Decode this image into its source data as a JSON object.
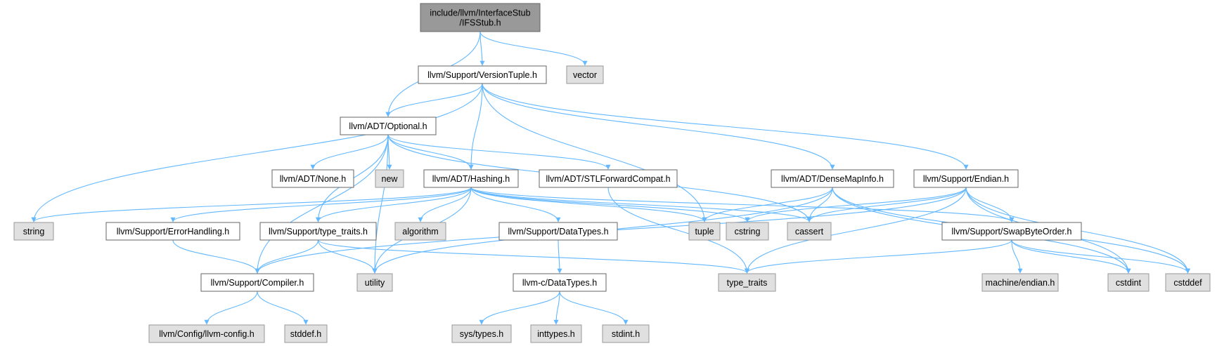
{
  "colors": {
    "edge": "#63b8ff",
    "root_fill": "#999999",
    "root_stroke": "#666666",
    "internal_fill": "#ffffff",
    "internal_stroke": "#666666",
    "external_fill": "#e0e0e0",
    "external_stroke": "#999999"
  },
  "nodes": [
    {
      "id": "ifsstub",
      "lines": [
        "include/llvm/InterfaceStub",
        "/IFSStub.h"
      ],
      "kind": "root"
    },
    {
      "id": "vector",
      "lines": [
        "vector"
      ],
      "kind": "external"
    },
    {
      "id": "versiontuple",
      "lines": [
        "llvm/Support/VersionTuple.h"
      ],
      "kind": "internal"
    },
    {
      "id": "optional",
      "lines": [
        "llvm/ADT/Optional.h"
      ],
      "kind": "internal"
    },
    {
      "id": "none",
      "lines": [
        "llvm/ADT/None.h"
      ],
      "kind": "internal"
    },
    {
      "id": "new",
      "lines": [
        "new"
      ],
      "kind": "external"
    },
    {
      "id": "hashing",
      "lines": [
        "llvm/ADT/Hashing.h"
      ],
      "kind": "internal"
    },
    {
      "id": "stlforward",
      "lines": [
        "llvm/ADT/STLForwardCompat.h"
      ],
      "kind": "internal"
    },
    {
      "id": "densemapinfo",
      "lines": [
        "llvm/ADT/DenseMapInfo.h"
      ],
      "kind": "internal"
    },
    {
      "id": "endian",
      "lines": [
        "llvm/Support/Endian.h"
      ],
      "kind": "internal"
    },
    {
      "id": "string",
      "lines": [
        "string"
      ],
      "kind": "external"
    },
    {
      "id": "errorhandling",
      "lines": [
        "llvm/Support/ErrorHandling.h"
      ],
      "kind": "internal"
    },
    {
      "id": "typetraits_h",
      "lines": [
        "llvm/Support/type_traits.h"
      ],
      "kind": "internal"
    },
    {
      "id": "algorithm",
      "lines": [
        "algorithm"
      ],
      "kind": "external"
    },
    {
      "id": "datatypes_support",
      "lines": [
        "llvm/Support/DataTypes.h"
      ],
      "kind": "internal"
    },
    {
      "id": "tuple",
      "lines": [
        "tuple"
      ],
      "kind": "external"
    },
    {
      "id": "cstring",
      "lines": [
        "cstring"
      ],
      "kind": "external"
    },
    {
      "id": "cassert",
      "lines": [
        "cassert"
      ],
      "kind": "external"
    },
    {
      "id": "swapbyteorder",
      "lines": [
        "llvm/Support/SwapByteOrder.h"
      ],
      "kind": "internal"
    },
    {
      "id": "compiler",
      "lines": [
        "llvm/Support/Compiler.h"
      ],
      "kind": "internal"
    },
    {
      "id": "utility",
      "lines": [
        "utility"
      ],
      "kind": "external"
    },
    {
      "id": "llvmc_datatypes",
      "lines": [
        "llvm-c/DataTypes.h"
      ],
      "kind": "internal"
    },
    {
      "id": "type_traits",
      "lines": [
        "type_traits"
      ],
      "kind": "external"
    },
    {
      "id": "machine_endian",
      "lines": [
        "machine/endian.h"
      ],
      "kind": "external"
    },
    {
      "id": "cstdint",
      "lines": [
        "cstdint"
      ],
      "kind": "external"
    },
    {
      "id": "cstddef",
      "lines": [
        "cstddef"
      ],
      "kind": "external"
    },
    {
      "id": "llvm_config",
      "lines": [
        "llvm/Config/llvm-config.h"
      ],
      "kind": "external"
    },
    {
      "id": "stddef",
      "lines": [
        "stddef.h"
      ],
      "kind": "external"
    },
    {
      "id": "sys_types",
      "lines": [
        "sys/types.h"
      ],
      "kind": "external"
    },
    {
      "id": "inttypes",
      "lines": [
        "inttypes.h"
      ],
      "kind": "external"
    },
    {
      "id": "stdint",
      "lines": [
        "stdint.h"
      ],
      "kind": "external"
    }
  ],
  "edges": [
    {
      "from": "ifsstub",
      "to": "optional"
    },
    {
      "from": "ifsstub",
      "to": "versiontuple"
    },
    {
      "from": "ifsstub",
      "to": "vector"
    },
    {
      "from": "versiontuple",
      "to": "optional"
    },
    {
      "from": "versiontuple",
      "to": "string"
    },
    {
      "from": "versiontuple",
      "to": "hashing"
    },
    {
      "from": "versiontuple",
      "to": "tuple"
    },
    {
      "from": "versiontuple",
      "to": "densemapinfo"
    },
    {
      "from": "versiontuple",
      "to": "endian"
    },
    {
      "from": "optional",
      "to": "none"
    },
    {
      "from": "optional",
      "to": "new"
    },
    {
      "from": "optional",
      "to": "hashing"
    },
    {
      "from": "optional",
      "to": "stlforward"
    },
    {
      "from": "optional",
      "to": "typetraits_h"
    },
    {
      "from": "optional",
      "to": "compiler"
    },
    {
      "from": "optional",
      "to": "utility"
    },
    {
      "from": "optional",
      "to": "cassert"
    },
    {
      "from": "hashing",
      "to": "string"
    },
    {
      "from": "hashing",
      "to": "errorhandling"
    },
    {
      "from": "hashing",
      "to": "typetraits_h"
    },
    {
      "from": "hashing",
      "to": "algorithm"
    },
    {
      "from": "hashing",
      "to": "utility"
    },
    {
      "from": "hashing",
      "to": "datatypes_support"
    },
    {
      "from": "hashing",
      "to": "tuple"
    },
    {
      "from": "hashing",
      "to": "cstring"
    },
    {
      "from": "hashing",
      "to": "cassert"
    },
    {
      "from": "hashing",
      "to": "swapbyteorder"
    },
    {
      "from": "stlforward",
      "to": "type_traits"
    },
    {
      "from": "densemapinfo",
      "to": "tuple"
    },
    {
      "from": "densemapinfo",
      "to": "cassert"
    },
    {
      "from": "densemapinfo",
      "to": "utility"
    },
    {
      "from": "densemapinfo",
      "to": "cstdint"
    },
    {
      "from": "densemapinfo",
      "to": "cstddef"
    },
    {
      "from": "endian",
      "to": "compiler"
    },
    {
      "from": "endian",
      "to": "cstring"
    },
    {
      "from": "endian",
      "to": "cassert"
    },
    {
      "from": "endian",
      "to": "swapbyteorder"
    },
    {
      "from": "endian",
      "to": "type_traits"
    },
    {
      "from": "endian",
      "to": "cstdint"
    },
    {
      "from": "endian",
      "to": "cstddef"
    },
    {
      "from": "errorhandling",
      "to": "compiler"
    },
    {
      "from": "typetraits_h",
      "to": "compiler"
    },
    {
      "from": "typetraits_h",
      "to": "utility"
    },
    {
      "from": "typetraits_h",
      "to": "type_traits"
    },
    {
      "from": "datatypes_support",
      "to": "llvmc_datatypes"
    },
    {
      "from": "swapbyteorder",
      "to": "type_traits"
    },
    {
      "from": "swapbyteorder",
      "to": "machine_endian"
    },
    {
      "from": "swapbyteorder",
      "to": "cstdint"
    },
    {
      "from": "swapbyteorder",
      "to": "cstddef"
    },
    {
      "from": "compiler",
      "to": "llvm_config"
    },
    {
      "from": "compiler",
      "to": "stddef"
    },
    {
      "from": "llvmc_datatypes",
      "to": "sys_types"
    },
    {
      "from": "llvmc_datatypes",
      "to": "inttypes"
    },
    {
      "from": "llvmc_datatypes",
      "to": "stdint"
    }
  ]
}
